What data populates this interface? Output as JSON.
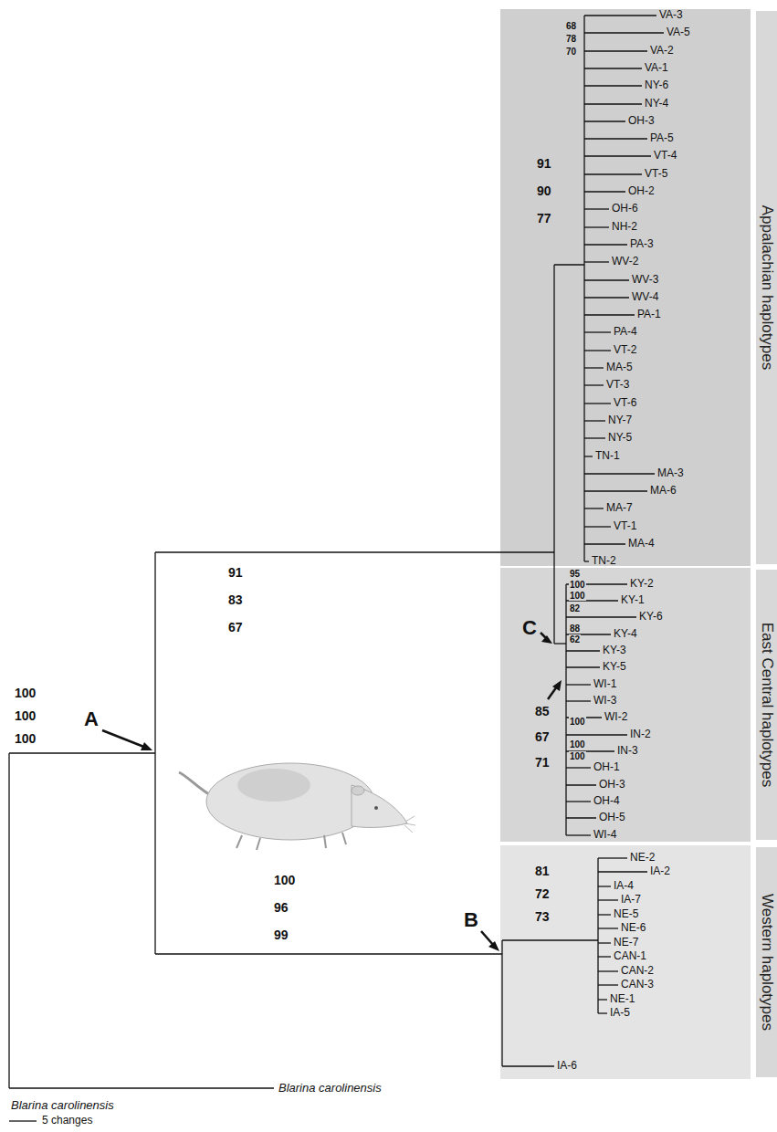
{
  "diagram": {
    "nodes": [
      {
        "text": [
          "Appalachian haplotypes"
        ]
      },
      {
        "text": [
          "East Central haplotypes"
        ]
      },
      {
        "text": [
          "Western haplotypes"
        ]
      }
    ],
    "labels": [
      "VA-3",
      "VA-5",
      "VA-2",
      "VA-1",
      "NY-6",
      "NY-4",
      "OH-3",
      "PA-5",
      "VT-4",
      "VT-5",
      "OH-2",
      "OH-6",
      "NH-2",
      "PA-3",
      "WV-2",
      "WV-3",
      "WV-4",
      "PA-1",
      "PA-4",
      "VT-2",
      "MA-5",
      "VT-3",
      "VT-6",
      "NY-7",
      "NY-5",
      "TN-1",
      "MA-3",
      "MA-6",
      "MA-7",
      "VT-1",
      "MA-4",
      "TN-2",
      "68",
      "78",
      "70",
      "91",
      "90",
      "77",
      "KY-2",
      "KY-1",
      "KY-6",
      "KY-4",
      "KY-3",
      "KY-5",
      "WI-1",
      "WI-3",
      "WI-2",
      "IN-2",
      "IN-3",
      "OH-1",
      "OH-3",
      "OH-4",
      "OH-5",
      "WI-4",
      "95",
      "100",
      "100",
      "82",
      "88",
      "62",
      "100",
      "100",
      "100",
      "C",
      "85",
      "67",
      "71",
      "NE-2",
      "IA-2",
      "IA-4",
      "IA-7",
      "NE-5",
      "NE-6",
      "NE-7",
      "CAN-1",
      "CAN-2",
      "CAN-3",
      "NE-1",
      "IA-5",
      "IA-6",
      "81",
      "72",
      "73",
      "B",
      "100",
      "96",
      "99",
      "91",
      "83",
      "67",
      "A",
      "100",
      "100",
      "100",
      "Blarina carolinensis",
      "Blarina carolinensis",
      "5 changes"
    ]
  }
}
